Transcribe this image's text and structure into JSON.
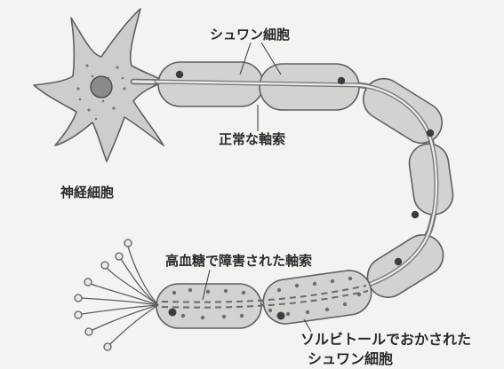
{
  "diagram": {
    "labels": {
      "schwann_cell": "シュワン細胞",
      "normal_axon": "正常な軸索",
      "neuron": "神経細胞",
      "damaged_axon": "高血糖で障害された軸索",
      "sorbitol_line1": "ソルビトールでおかされた",
      "sorbitol_line2": "シュワン細胞"
    },
    "colors": {
      "cell_fill": "#d2d3d1",
      "cell_stroke": "#5f5f5f",
      "nucleus": "#3c3c3c",
      "neuron_body": "#cdcdcb",
      "neuron_nucleus": "#8a8a8a",
      "background": "#f3f3f1"
    }
  }
}
